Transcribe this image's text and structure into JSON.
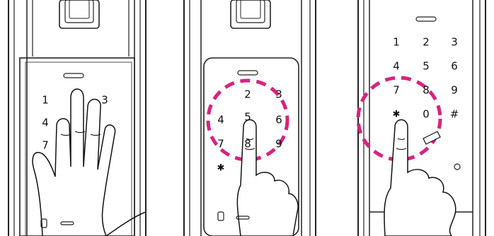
{
  "accent_color": "#d6247e",
  "panels": [
    {
      "keys": [
        "1",
        "3",
        "4",
        "7"
      ],
      "bottom": {
        "battery_icon": "battery-icon",
        "handle_icon": "handle-slot-icon"
      }
    },
    {
      "keys": [
        "2",
        "3",
        "4",
        "5",
        "6",
        "7",
        "8",
        "9",
        "✱"
      ],
      "highlight": "dashed-circle",
      "bottom": {
        "battery_icon": "battery-icon",
        "handle_icon": "handle-slot-icon"
      }
    },
    {
      "keys": [
        "1",
        "2",
        "3",
        "4",
        "5",
        "6",
        "7",
        "8",
        "9",
        "✱",
        "0",
        "#"
      ],
      "highlight": "dashed-circle"
    }
  ]
}
